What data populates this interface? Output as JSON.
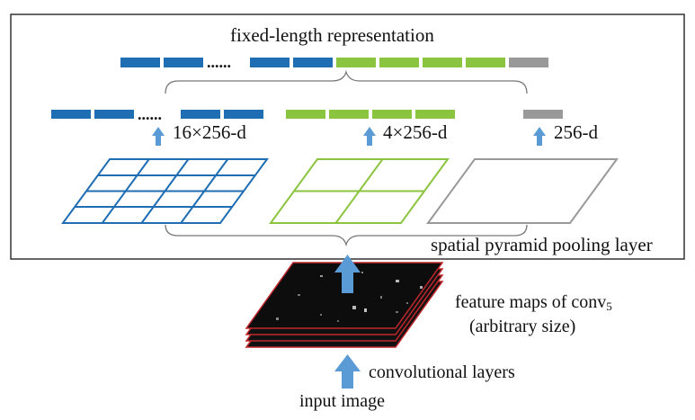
{
  "labels": {
    "fixed_length": "fixed-length representation",
    "dim_16": "16×256-d",
    "dim_4": "4×256-d",
    "dim_1": "256-d",
    "spp_layer": "spatial pyramid pooling layer",
    "feature_maps_main": "feature maps of conv",
    "feature_maps_sub": "5",
    "arbitrary_size": "(arbitrary size)",
    "conv_layers": "convolutional layers",
    "input_image": "input image"
  },
  "ellipsis": "......",
  "colors": {
    "blue": "#1f6db3",
    "green": "#8bc43f",
    "gray": "#999999",
    "arrow": "#5b9bd5",
    "frame": "#333333",
    "feature_edge": "#c0282d"
  }
}
